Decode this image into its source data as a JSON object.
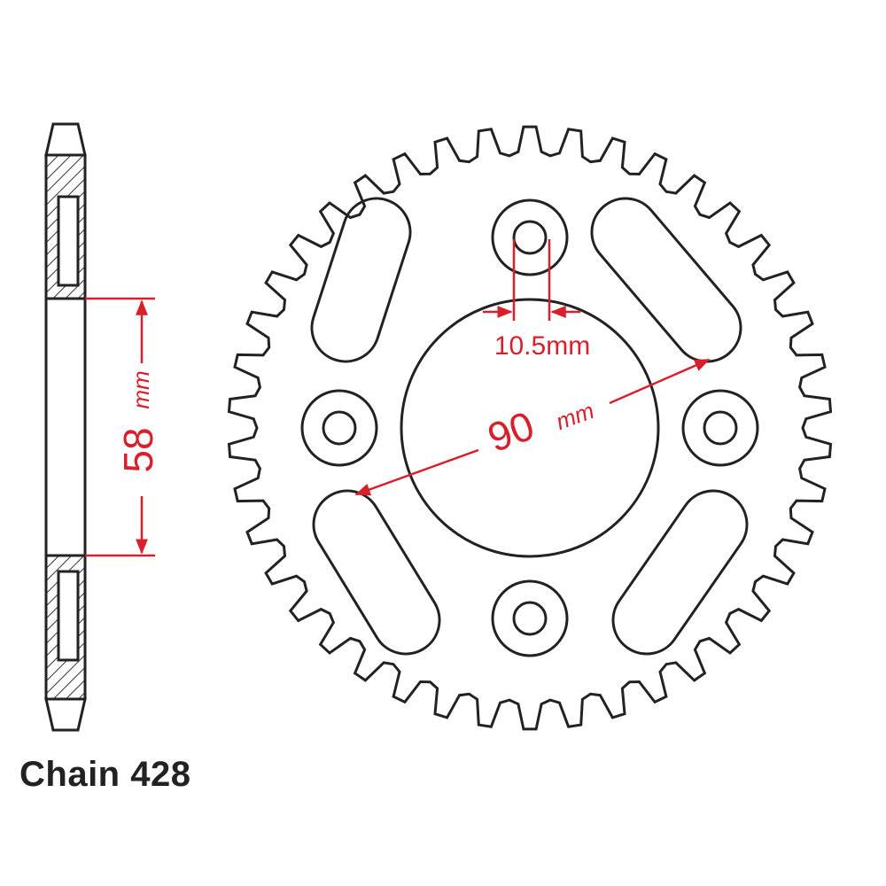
{
  "chain_label": "Chain 428",
  "dimensions": {
    "hub_width_value": "58",
    "hub_width_unit": "mm",
    "bolt_circle_value": "90",
    "bolt_circle_unit": "mm",
    "bolt_hole_label": "10.5mm"
  },
  "sprocket": {
    "tooth_count": 42,
    "bolt_holes": 4,
    "slots": 4
  },
  "colors": {
    "outline": "#222222",
    "dimension": "#d8202c",
    "hatch": "#333333"
  }
}
